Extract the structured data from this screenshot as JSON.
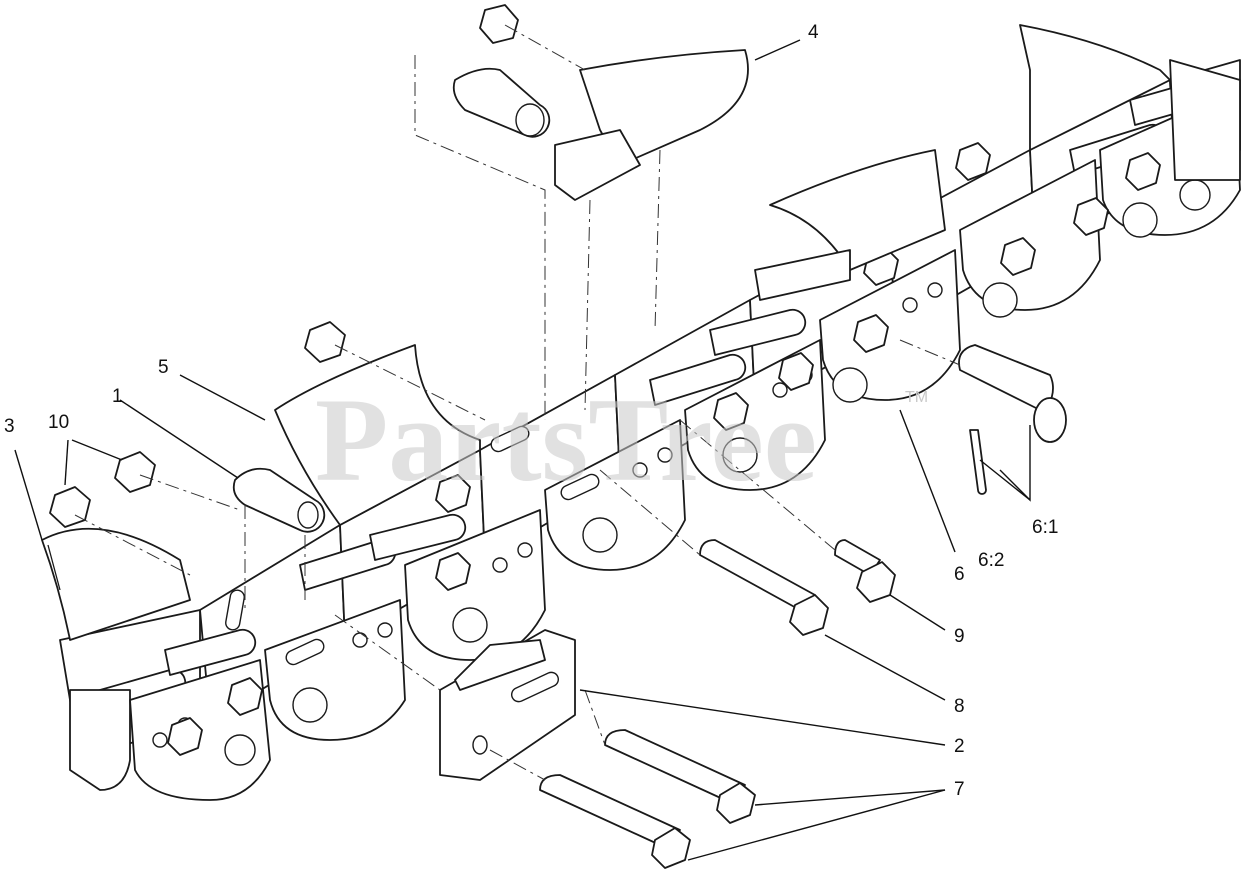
{
  "diagram": {
    "watermark": "PartsTree",
    "watermark_tm": "TM",
    "callouts": [
      {
        "id": "c1",
        "label": "1"
      },
      {
        "id": "c2",
        "label": "2"
      },
      {
        "id": "c3",
        "label": "3"
      },
      {
        "id": "c4",
        "label": "4"
      },
      {
        "id": "c5",
        "label": "5"
      },
      {
        "id": "c6",
        "label": "6"
      },
      {
        "id": "c6-1",
        "label": "6:1"
      },
      {
        "id": "c6-2",
        "label": "6:2"
      },
      {
        "id": "c7",
        "label": "7"
      },
      {
        "id": "c8",
        "label": "8"
      },
      {
        "id": "c9",
        "label": "9"
      },
      {
        "id": "c10",
        "label": "10"
      }
    ]
  }
}
